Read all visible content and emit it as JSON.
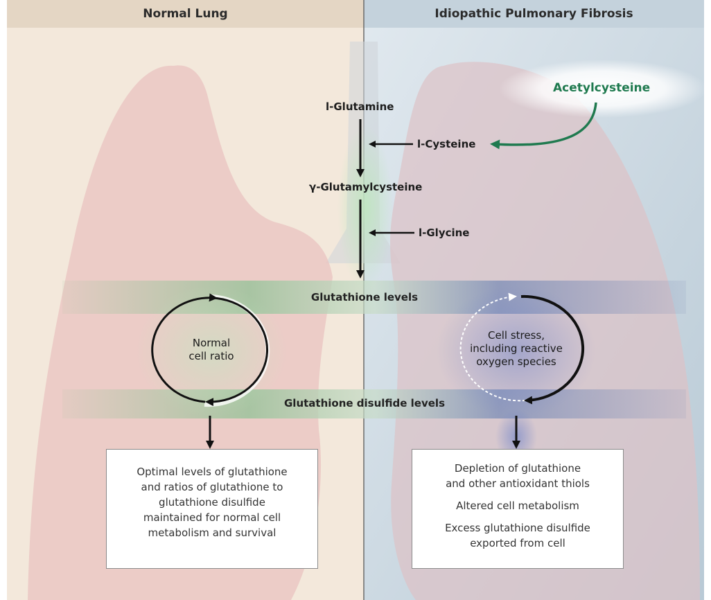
{
  "headers": {
    "left": "Normal Lung",
    "right": "Idiopathic Pulmonary Fibrosis"
  },
  "pathway": {
    "glutamine": "l-Glutamine",
    "cysteine": "l-Cysteine",
    "glutamylcysteine": "γ-Glutamylcysteine",
    "glycine": "l-Glycine",
    "acetylcysteine": "Acetylcysteine"
  },
  "bands": {
    "glutathione": "Glutathione levels",
    "disulfide": "Glutathione disulfide levels"
  },
  "cycles": {
    "normal": [
      "Normal",
      "cell ratio"
    ],
    "stress": [
      "Cell stress,",
      "including reactive",
      "oxygen species"
    ]
  },
  "outcomes": {
    "normal": [
      "Optimal levels of glutathione",
      "and ratios of glutathione to",
      "glutathione disulfide",
      "maintained for normal cell",
      "metabolism and survival"
    ],
    "fibrosis": [
      [
        "Depletion of glutathione",
        "and other antioxidant thiols"
      ],
      [
        "Altered cell metabolism"
      ],
      [
        "Excess glutathione disulfide",
        "exported from cell"
      ]
    ]
  },
  "colors": {
    "left_bg": "#f3e8db",
    "right_bg": "#cdd9e2",
    "lung": "#e9c3c0",
    "green_band": "#9cc39c",
    "blue_band": "#8593b9",
    "green_arrow": "#1f7a4f",
    "black_arrow": "#111111"
  }
}
